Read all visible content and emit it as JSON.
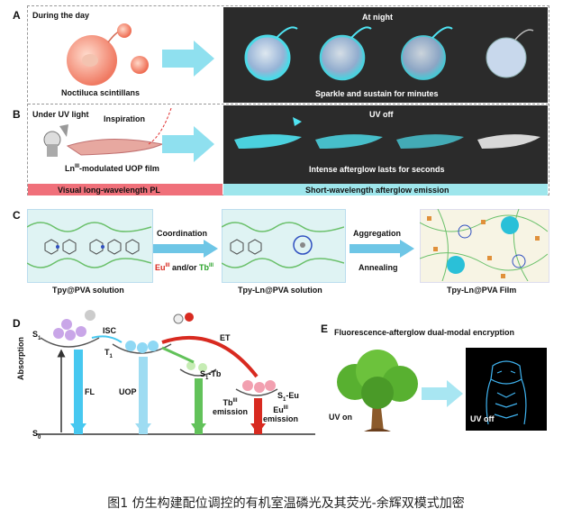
{
  "panels": {
    "a": {
      "letter": "A",
      "day_label": "During the day",
      "organism_label": "Noctiluca scintillans",
      "night_label": "At night",
      "night_caption": "Sparkle and sustain for minutes"
    },
    "b": {
      "letter": "B",
      "uv_light_label": "Under UV light",
      "inspiration_label": "Inspiration",
      "film_label_prefix": "Ln",
      "film_label_sup": "III",
      "film_label_suffix": "-modulated UOP film",
      "uv_off_label": "UV off",
      "uv_off_caption": "Intense afterglow lasts for seconds",
      "pl_bar_label": "Visual long-wavelength PL",
      "afterglow_bar_label": "Short-wavelength afterglow emission"
    },
    "c": {
      "letter": "C",
      "tpy_label": "Tpy@PVA solution",
      "coordination_label": "Coordination",
      "eu_label": "Eu",
      "eu_sup": "III",
      "andor_label": " and/or ",
      "tb_label": "Tb",
      "tb_sup": "III",
      "tpy_ln_label": "Tpy-Ln@PVA solution",
      "aggregation_label": "Aggregation",
      "annealing_label": "Annealing",
      "film_label": "Tpy-Ln@PVA Film"
    },
    "d": {
      "letter": "D",
      "s1": "S",
      "s1_sub": "1",
      "isc": "ISC",
      "t1": "T",
      "t1_sub": "1",
      "et": "ET",
      "s1tb": "S",
      "s1tb_sub": "1",
      "s1tb_suffix": "-Tb",
      "s1eu": "S",
      "s1eu_sub": "1",
      "s1eu_suffix": "-Eu",
      "absorption": "Absorption",
      "fl": "FL",
      "uop": "UOP",
      "tb_emission_prefix": "Tb",
      "tb_emission_sup": "III",
      "tb_emission_line2": "emission",
      "eu_emission_prefix": "Eu",
      "eu_emission_sup": "III",
      "eu_emission_line2": "emission",
      "s0": "S",
      "s0_sub": "0"
    },
    "e": {
      "letter": "E",
      "title": "Fluorescence-afterglow dual-modal encryption",
      "uv_on": "UV on",
      "uv_off": "UV off"
    }
  },
  "colors": {
    "pl_bar": "#f0707a",
    "afterglow_bar": "#9ee6ec",
    "dark_bg": "#2b2b2b",
    "cyan_glow": "#4fe3f2",
    "fl_arrow": "#47c8f0",
    "tb_arrow": "#62c25a",
    "eu_arrow": "#d82a20"
  },
  "caption": "图1 仿生构建配位调控的有机室温磷光及其荧光-余辉双模式加密"
}
